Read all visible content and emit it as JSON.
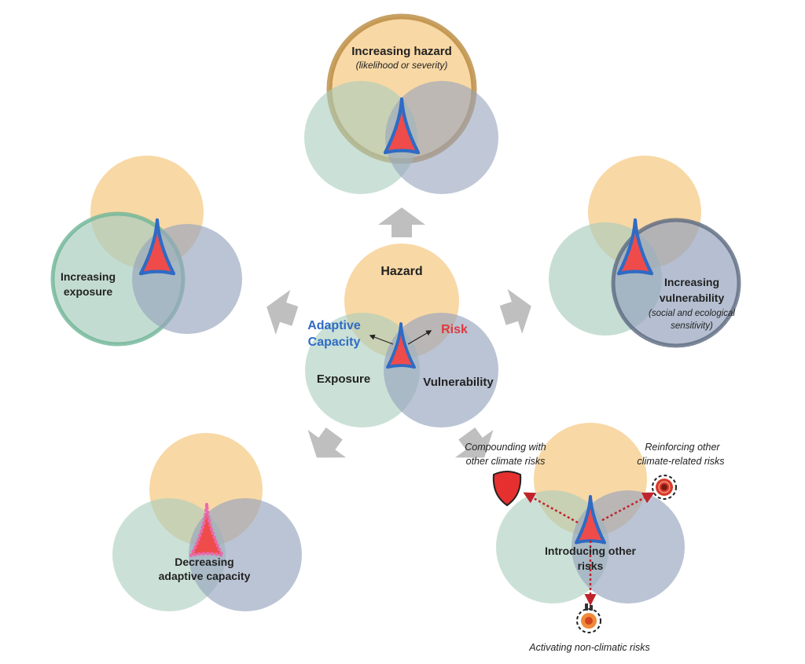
{
  "colors": {
    "hazard": "#f7d49b",
    "exposure": "#a9cdbd",
    "vulnerability": "#96a4bd",
    "hazard_ring": "#b98a3e",
    "exposure_ring": "#6fb597",
    "vulnerability_ring": "#5c6a80",
    "risk_fill": "#ef4b4b",
    "risk_outline": "#2f6bc4",
    "adaptive_outline": "#e86ab0",
    "arrow": "#bfbfbf",
    "adaptive_text": "#2f6bc4",
    "risk_text": "#e0383e",
    "dotted_arrow": "#c0232b"
  },
  "center": {
    "hazard": "Hazard",
    "exposure": "Exposure",
    "vulnerability": "Vulnerability",
    "adaptive_line1": "Adaptive",
    "adaptive_line2": "Capacity",
    "risk": "Risk"
  },
  "top": {
    "title": "Increasing hazard",
    "subtitle": "(likelihood or severity)"
  },
  "left": {
    "line1": "Increasing",
    "line2": "exposure"
  },
  "right": {
    "line1": "Increasing",
    "line2": "vulnerability",
    "sub1": "(social and ecological",
    "sub2": "sensitivity)"
  },
  "bottom_left": {
    "line1": "Decreasing",
    "line2": "adaptive capacity"
  },
  "bottom_right": {
    "line1": "Introducing other",
    "line2": "risks",
    "compounding1": "Compounding with",
    "compounding2": "other climate risks",
    "reinforcing1": "Reinforcing other",
    "reinforcing2": "climate-related risks",
    "activating": "Activating non-climatic risks"
  }
}
